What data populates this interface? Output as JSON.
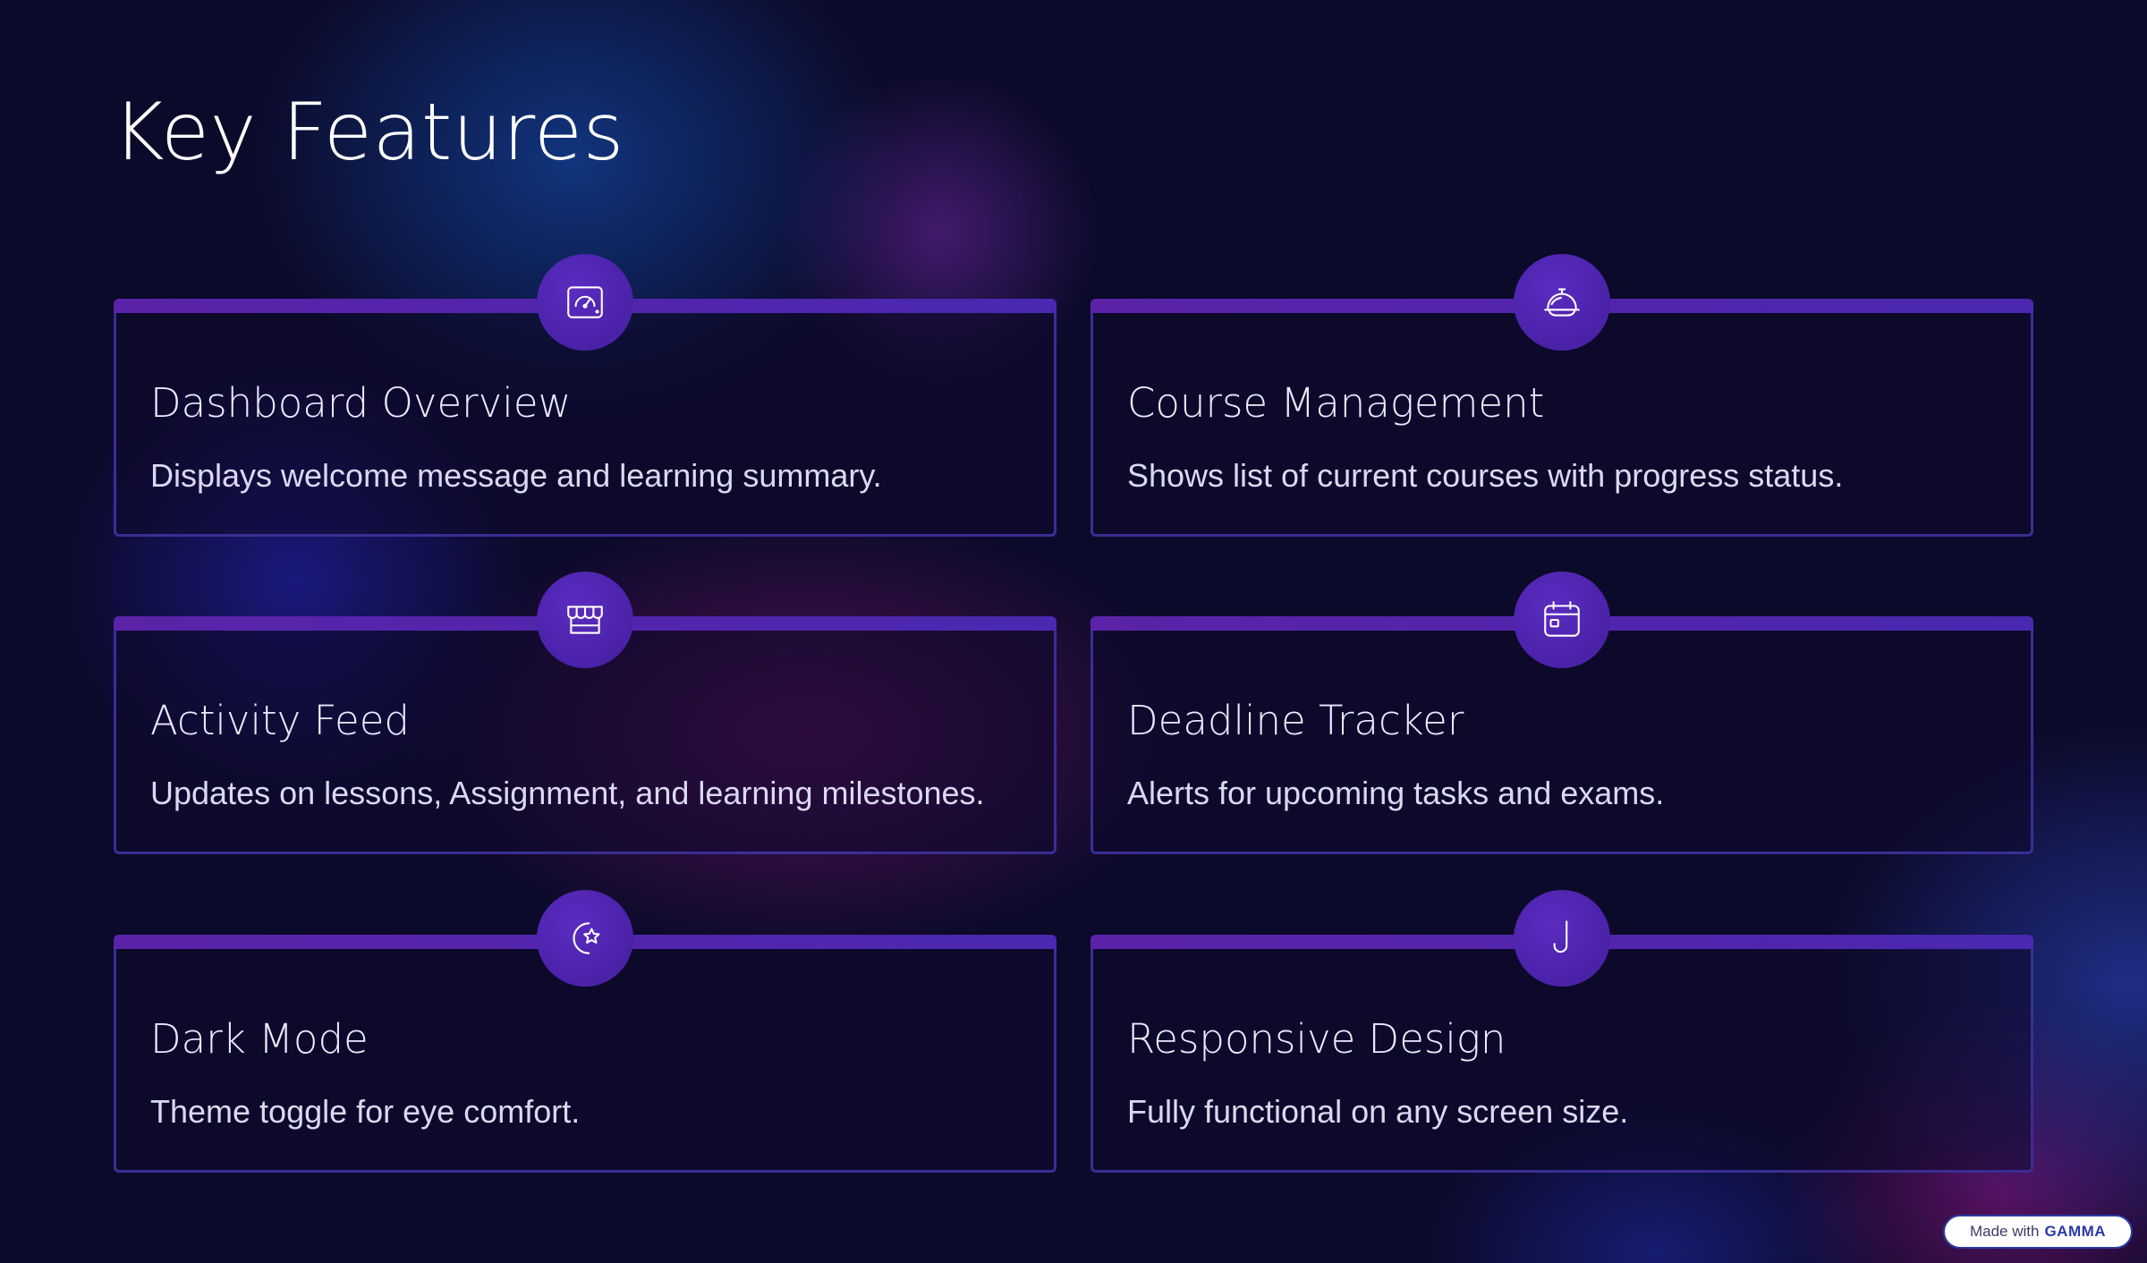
{
  "title": "Key Features",
  "features": [
    {
      "title": "Dashboard Overview",
      "description": "Displays welcome message and learning summary.",
      "icon": "dashboard-gauge-icon"
    },
    {
      "title": "Course Management",
      "description": "Shows list of current courses with progress status.",
      "icon": "serving-cloche-icon"
    },
    {
      "title": "Activity Feed",
      "description": "Updates on lessons, Assignment, and learning milestones.",
      "icon": "storefront-icon"
    },
    {
      "title": "Deadline Tracker",
      "description": "Alerts for upcoming tasks and exams.",
      "icon": "calendar-icon"
    },
    {
      "title": "Dark Mode",
      "description": "Theme toggle for eye comfort.",
      "icon": "moon-star-icon"
    },
    {
      "title": "Responsive Design",
      "description": "Fully functional on any screen size.",
      "icon": "hook-icon"
    }
  ],
  "badge": {
    "prefix": "Made with",
    "brand": "GAMMA"
  },
  "colors": {
    "background": "#0b0a2a",
    "card_border": "#3b2e94",
    "accent": "#4a22a8",
    "text": "#ffffff"
  }
}
